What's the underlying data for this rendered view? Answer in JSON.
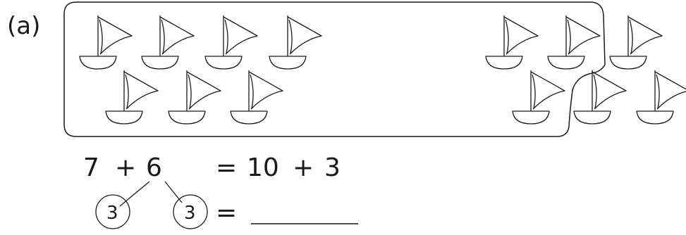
{
  "problem": {
    "label": "(a)",
    "boats_inside_group": 10,
    "boats_outside_group": 3,
    "equation_line1": {
      "left_a": "7",
      "op1": "+",
      "left_b": "6",
      "eq": "=",
      "right_a": "10",
      "op2": "+",
      "right_b": "3"
    },
    "equation_line2": {
      "split_left": "3",
      "split_right": "3",
      "eq": "="
    }
  }
}
